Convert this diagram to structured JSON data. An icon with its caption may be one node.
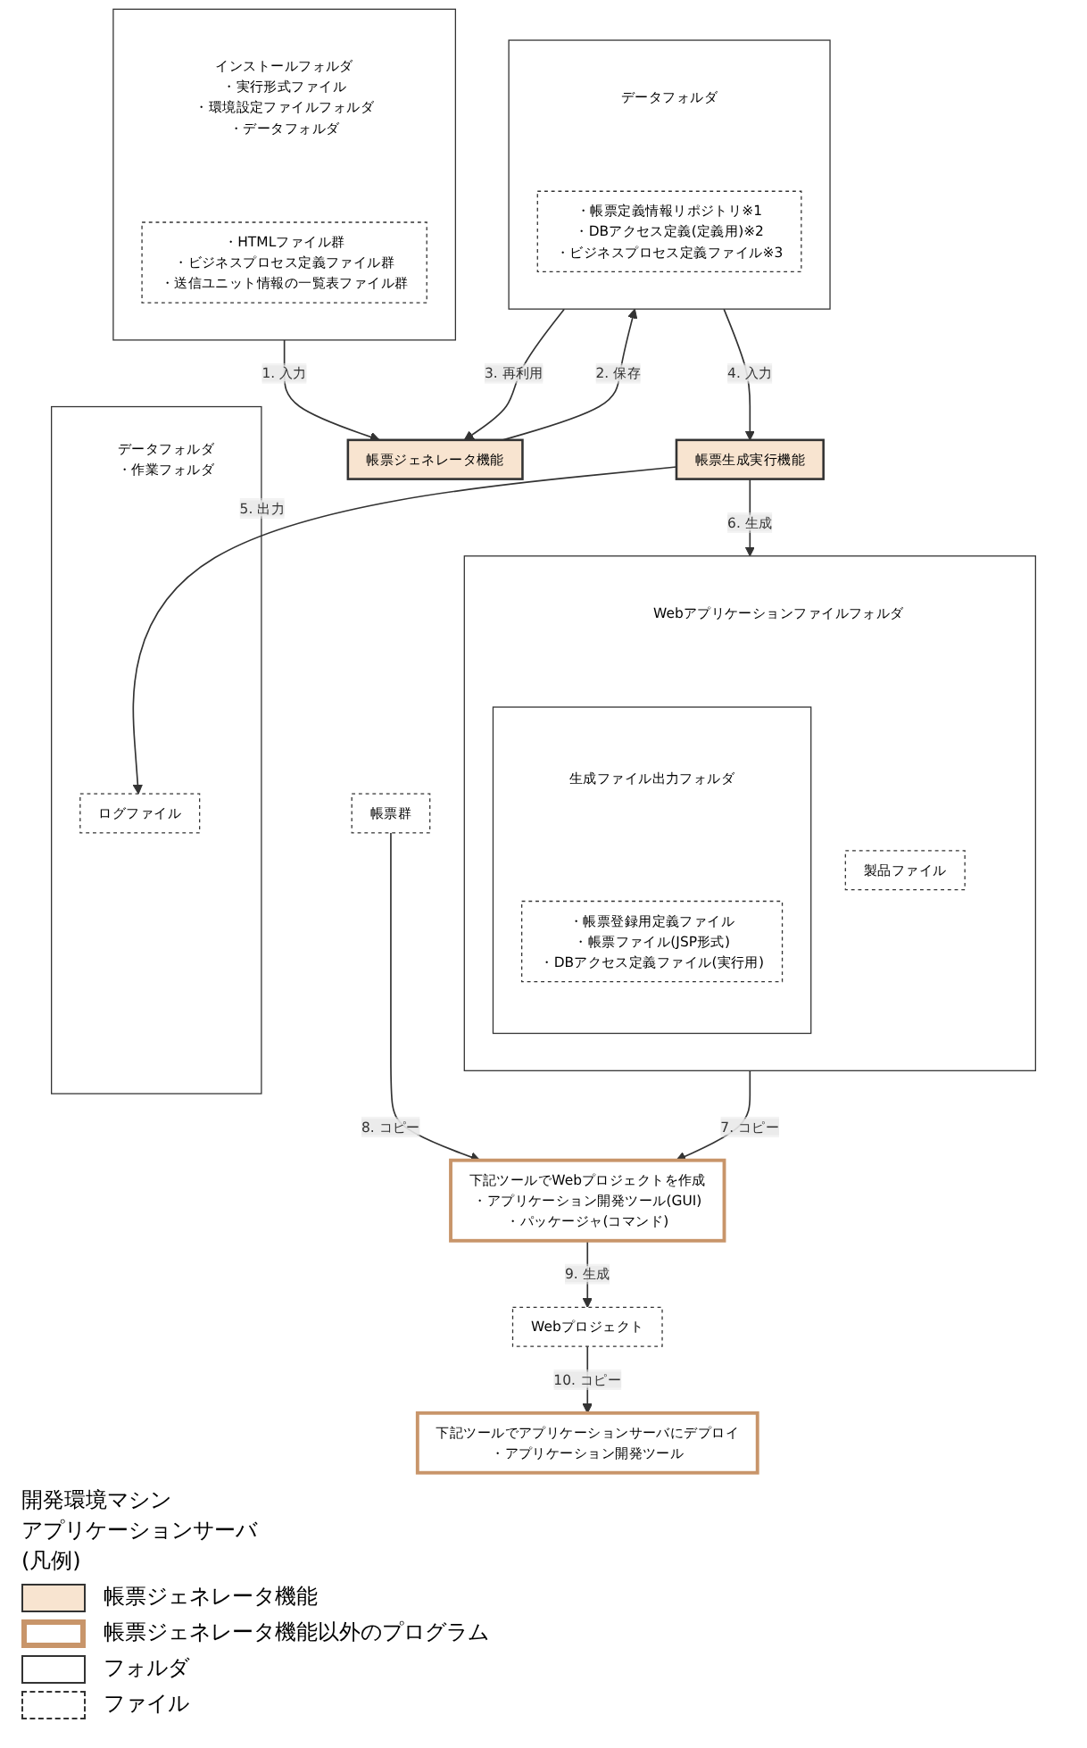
{
  "diagram": {
    "nodes": [
      {
        "text": [
          "インストールフォルダ",
          "・実行形式ファイル",
          "・環境設定ファイルフォルダ",
          "・データフォルダ"
        ]
      },
      {
        "text": [
          "・HTMLファイル群",
          "・ビジネスプロセス定義ファイル群",
          "・送信ユニット情報の一覧表ファイル群"
        ],
        "in": 0
      },
      {
        "text": [
          "帳票ジェネレータ機能"
        ]
      },
      {
        "text": [
          "データフォルダ"
        ]
      },
      {
        "text": [
          "・帳票定義情報リポジトリ※1",
          "・DBアクセス定義(定義用)※2",
          "・ビジネスプロセス定義ファイル※3"
        ],
        "in": 3
      },
      {
        "text": [
          "帳票生成実行機能"
        ]
      },
      {
        "text": [
          "データフォルダ",
          "・作業フォルダ"
        ]
      },
      {
        "text": [
          "ログファイル"
        ],
        "in": 6
      },
      {
        "text": [
          "Webアプリケーションファイルフォルダ"
        ]
      },
      {
        "text": [
          "生成ファイル出力フォルダ"
        ],
        "in": 8
      },
      {
        "text": [
          "・帳票登録用定義ファイル",
          "・帳票ファイル(JSP形式)",
          "・DBアクセス定義ファイル(実行用)"
        ],
        "in": 9
      },
      {
        "text": [
          "製品ファイル"
        ],
        "in": 8
      },
      {
        "text": [
          "帳票群"
        ]
      },
      {
        "text": [
          "下記ツールでWebプロジェクトを作成",
          "・アプリケーション開発ツール(GUI)",
          "・パッケージャ(コマンド)"
        ]
      },
      {
        "text": [
          "Webプロジェクト"
        ]
      },
      {
        "text": [
          "下記ツールでアプリケーションサーバにデプロイ",
          "・アプリケーション開発ツール"
        ]
      }
    ],
    "edges": [
      {
        "from": 0,
        "to": 2,
        "arrow": "to",
        "label": "1. 入力"
      },
      {
        "from": 2,
        "to": 3,
        "arrow": "to",
        "label": "2. 保存"
      },
      {
        "from": 3,
        "to": 2,
        "arrow": "to",
        "label": "3. 再利用"
      },
      {
        "from": 3,
        "to": 5,
        "arrow": "to",
        "label": "4. 入力"
      },
      {
        "from": 5,
        "to": 7,
        "arrow": "to",
        "label": "5. 出力"
      },
      {
        "from": 5,
        "to": 8,
        "arrow": "to",
        "label": "6. 生成"
      },
      {
        "from": 8,
        "to": 13,
        "arrow": "to",
        "label": "7. コピー"
      },
      {
        "from": 12,
        "to": 13,
        "arrow": "to",
        "label": "8. コピー"
      },
      {
        "from": 13,
        "to": 14,
        "arrow": "to",
        "label": "9. 生成"
      },
      {
        "from": 14,
        "to": 15,
        "arrow": "to",
        "label": "10. コピー"
      }
    ],
    "labels": [
      "開発環境マシン",
      "アプリケーションサーバ",
      "(凡例)"
    ],
    "legend": [
      {
        "text": "帳票ジェネレータ機能",
        "color": "#f8e4d0"
      },
      {
        "text": "帳票ジェネレータ機能以外のプログラム"
      },
      {
        "text": "フォルダ"
      },
      {
        "text": "ファイル"
      }
    ]
  }
}
